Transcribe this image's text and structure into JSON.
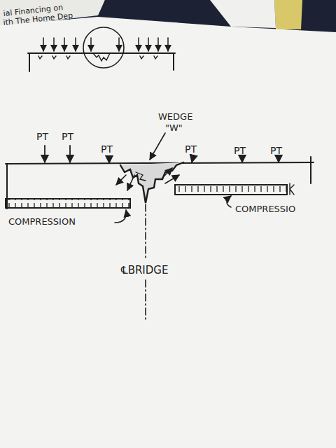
{
  "diagram": {
    "labels": [
      "ial Financing on",
      "ith The Home Dep",
      "PT",
      "PT",
      "PT",
      "PT",
      "PT",
      "PT",
      "WEDGE",
      "\"W\"",
      "COMPRESSION",
      "COMPRESSIO",
      "℄BRIDGE"
    ]
  }
}
